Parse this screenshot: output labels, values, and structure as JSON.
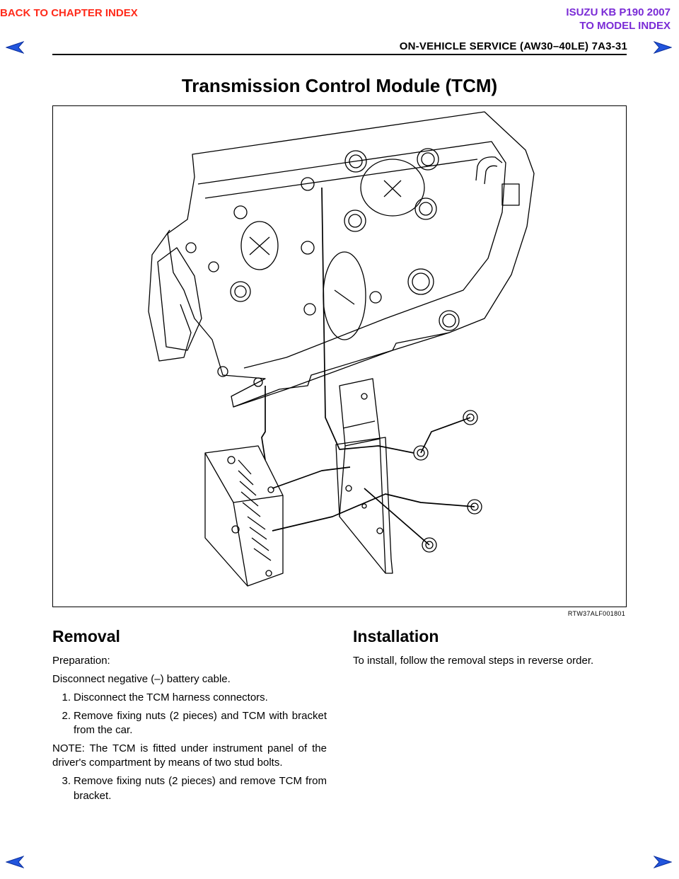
{
  "nav": {
    "back_label": "BACK TO CHAPTER INDEX",
    "model_title": "ISUZU KB P190 2007",
    "model_label": "TO MODEL INDEX"
  },
  "header": {
    "title": "ON-VEHICLE SERVICE (AW30–40LE)  7A3-31"
  },
  "page": {
    "title": "Transmission Control Module (TCM)",
    "figure_code": "RTW37ALF001801"
  },
  "removal": {
    "heading": "Removal",
    "prep": "Preparation:",
    "disconnect": "Disconnect negative (–) battery cable.",
    "steps": [
      {
        "num": "1.",
        "text": "Disconnect the TCM harness connectors."
      },
      {
        "num": "2.",
        "text": "Remove fixing nuts (2 pieces) and TCM with bracket from the car."
      },
      {
        "num": "3.",
        "text": "Remove fixing nuts (2 pieces) and remove TCM from bracket."
      }
    ],
    "note": "NOTE: The TCM is fitted under instrument panel of the driver's compartment by means of two stud bolts."
  },
  "installation": {
    "heading": "Installation",
    "text": "To install, follow the removal steps in reverse order."
  },
  "icons": {
    "prev": "left-arrow-icon",
    "next": "right-arrow-icon"
  },
  "colors": {
    "back_link": "#ff2a1a",
    "model_link": "#7a2bd6",
    "arrow_fill": "#2255dd"
  }
}
